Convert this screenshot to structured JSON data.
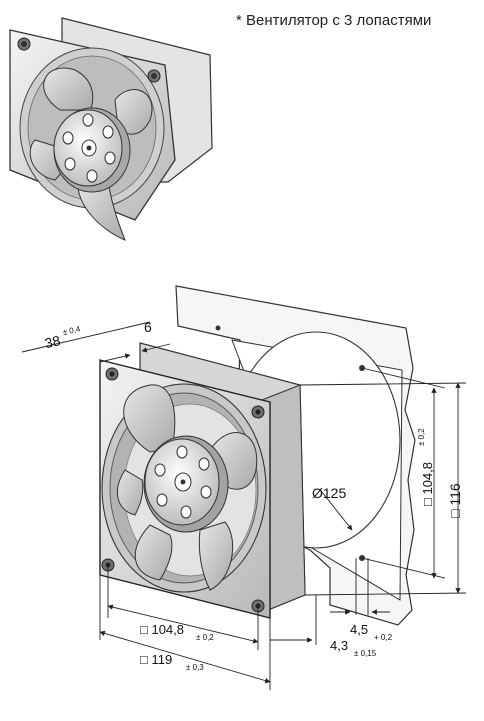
{
  "note": "* Вентилятор с 3 лопастями",
  "dimensions": {
    "depth": {
      "value": "38",
      "tol": "± 0,4"
    },
    "flange": {
      "value": "6"
    },
    "diameter": {
      "value": "Ø125"
    },
    "hole_spacing_v": {
      "value": "□ 104,8",
      "tol": "± 0,2"
    },
    "size_v": {
      "value": "□ 116"
    },
    "hole_spacing_h": {
      "value": "□ 104,8",
      "tol": "± 0,2"
    },
    "size_h": {
      "value": "□ 119",
      "tol": "± 0,3"
    },
    "hole_dia_1": {
      "value": "4,5",
      "tol": "+ 0,2"
    },
    "hole_dia_2": {
      "value": "4,3",
      "tol": "± 0,15"
    }
  },
  "colors": {
    "line": "#222222",
    "metal": "#d9d9d9",
    "metal_dark": "#9a9a9a",
    "panel": "#f2f2f2"
  }
}
